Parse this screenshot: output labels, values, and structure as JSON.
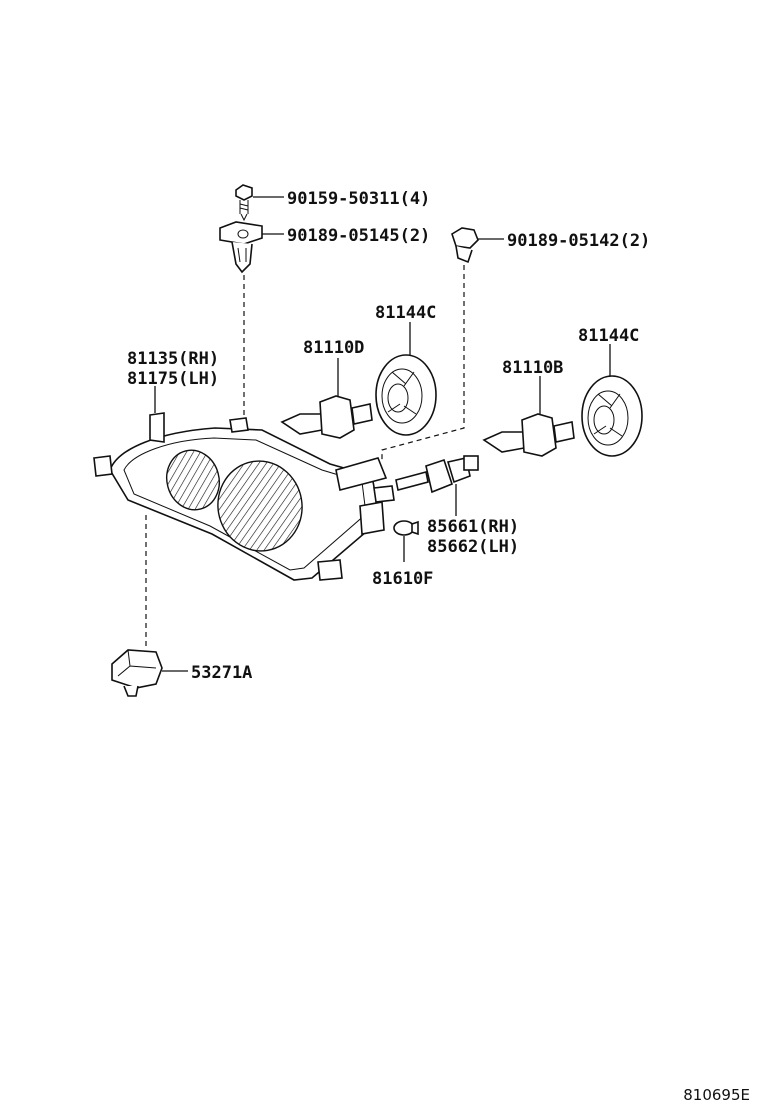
{
  "labels": {
    "screw": "90159-50311(4)",
    "clip_left": "90189-05145(2)",
    "clip_right": "90189-05142(2)",
    "cap_center": "81144C",
    "cap_right": "81144C",
    "housing_rh": "81135(RH)",
    "housing_lh": "81175(LH)",
    "bulb_left": "81110D",
    "bulb_right": "81110B",
    "socket_rh": "85661(RH)",
    "socket_lh": "85662(LH)",
    "bulb_small": "81610F",
    "bracket": "53271A"
  },
  "diagram_ref": "810695E"
}
